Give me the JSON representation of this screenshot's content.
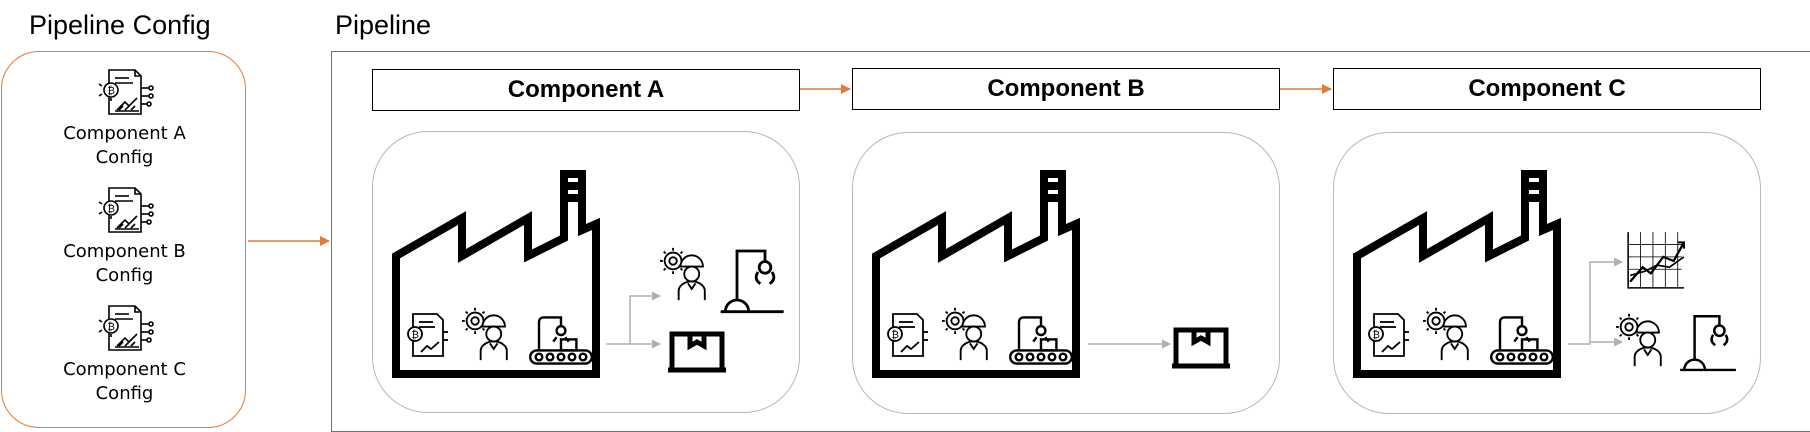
{
  "config_panel": {
    "title": "Pipeline Config",
    "items": [
      {
        "line1": "Component A",
        "line2": "Config",
        "icon": "config-document-icon"
      },
      {
        "line1": "Component B",
        "line2": "Config",
        "icon": "config-document-icon"
      },
      {
        "line1": "Component C",
        "line2": "Config",
        "icon": "config-document-icon"
      }
    ]
  },
  "pipeline": {
    "title": "Pipeline",
    "components": [
      {
        "label": "Component A",
        "outputs": [
          "worker-robot-arm-icon",
          "product-box-icon"
        ]
      },
      {
        "label": "Component B",
        "outputs": [
          "product-box-icon"
        ]
      },
      {
        "label": "Component C",
        "outputs": [
          "growth-chart-icon",
          "worker-robot-arm-icon"
        ]
      }
    ]
  },
  "colors": {
    "config_border": "#E07B3A",
    "pipeline_border": "#5B6FB8",
    "flow_arrow": "#E07B3A",
    "output_arrow": "#b0b0b0",
    "card_border": "#b9b9b9"
  }
}
